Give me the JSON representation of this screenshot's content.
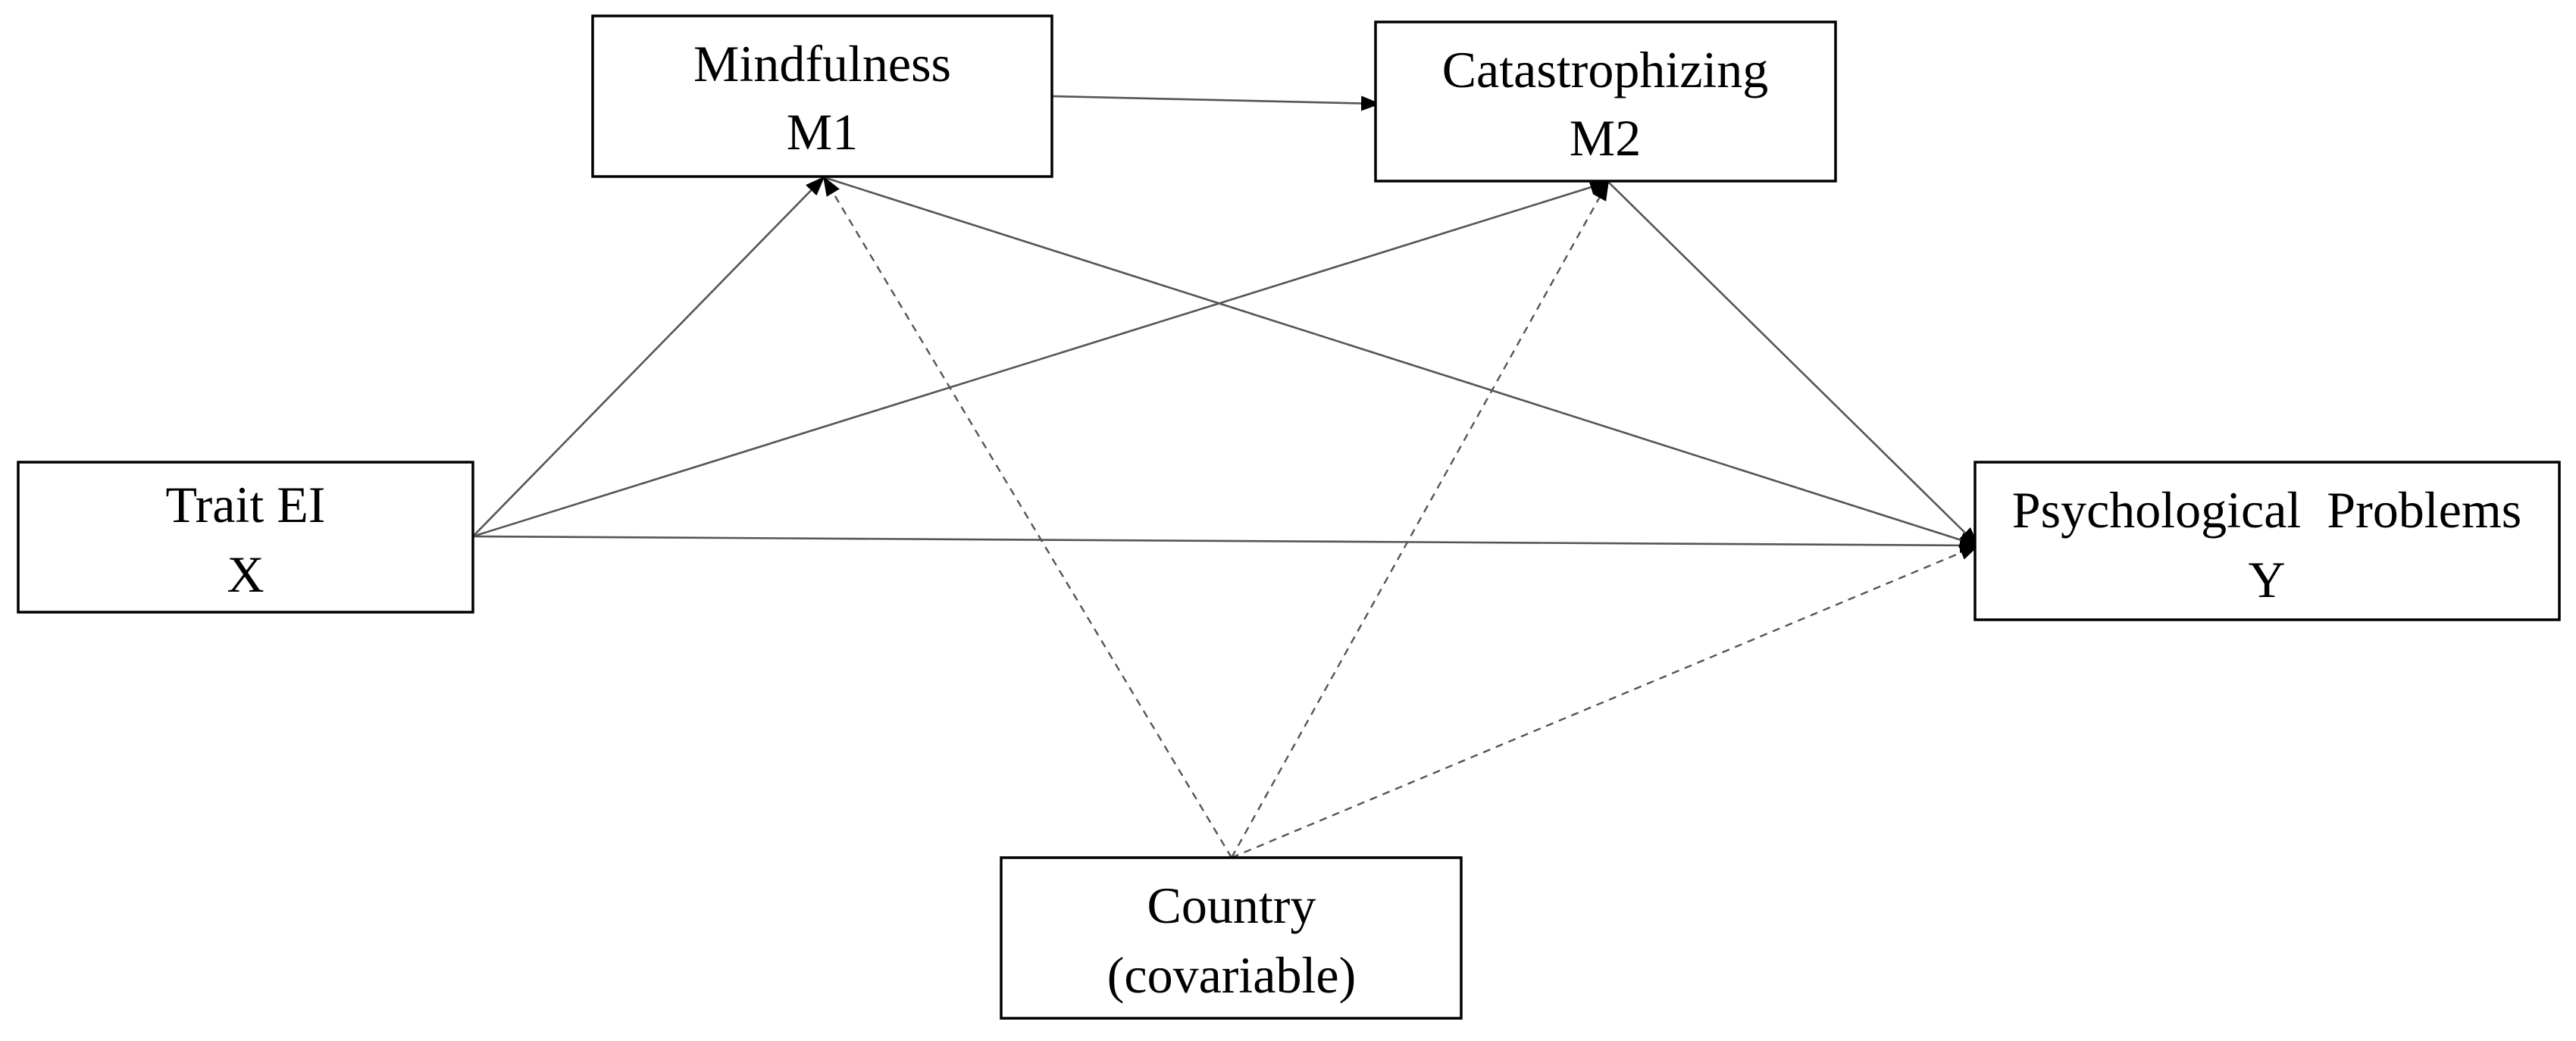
{
  "nodes": {
    "mindfulness": {
      "name": "Mindfulness",
      "symbol": "M1"
    },
    "catastrophizing": {
      "name": "Catastrophizing",
      "symbol": "M2"
    },
    "trait_ei": {
      "name": "Trait EI",
      "symbol": "X"
    },
    "psych": {
      "name": "Psychological  Problems",
      "symbol": "Y"
    },
    "country": {
      "name": "Country",
      "symbol": "(covariable)"
    }
  },
  "edges": [
    {
      "from": "mindfulness",
      "to": "catastrophizing",
      "style": "solid"
    },
    {
      "from": "trait_ei",
      "to": "mindfulness",
      "style": "solid"
    },
    {
      "from": "trait_ei",
      "to": "catastrophizing",
      "style": "solid"
    },
    {
      "from": "trait_ei",
      "to": "psych",
      "style": "solid"
    },
    {
      "from": "mindfulness",
      "to": "psych",
      "style": "solid"
    },
    {
      "from": "catastrophizing",
      "to": "psych",
      "style": "solid"
    },
    {
      "from": "country",
      "to": "mindfulness",
      "style": "dashed"
    },
    {
      "from": "country",
      "to": "catastrophizing",
      "style": "dashed"
    },
    {
      "from": "country",
      "to": "psych",
      "style": "dashed"
    }
  ],
  "colors": {
    "line": "#555555",
    "box_border": "#000000",
    "background": "#ffffff"
  }
}
